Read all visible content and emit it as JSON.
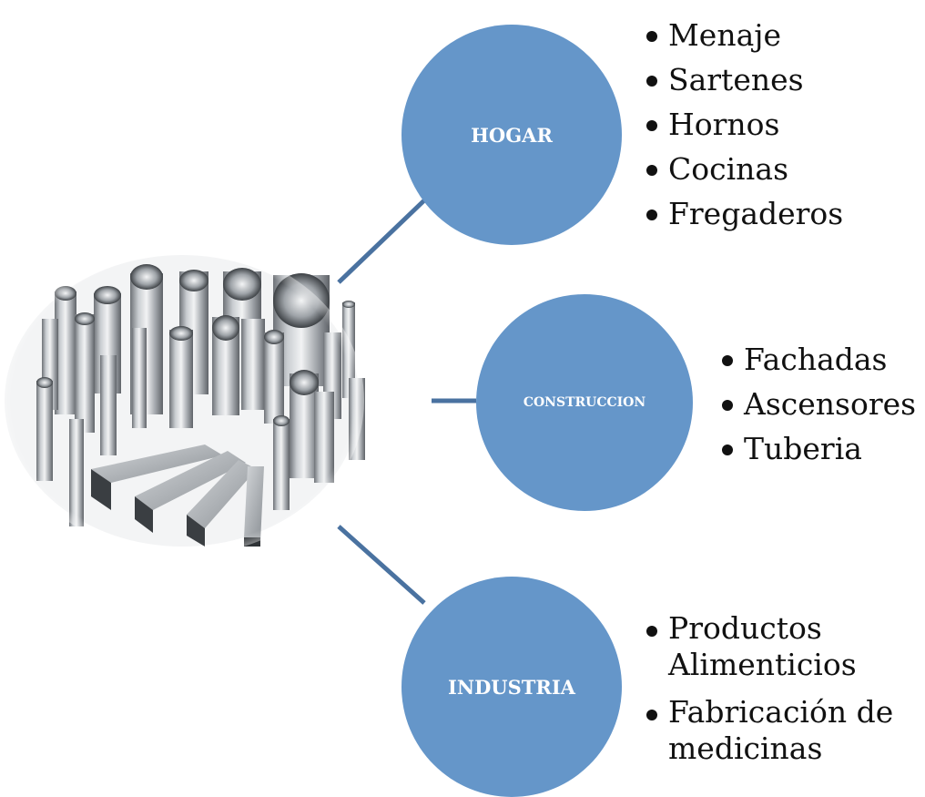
{
  "categories": [
    {
      "id": "hogar",
      "label": "HOGAR",
      "items": [
        "Menaje",
        "Sartenes",
        "Hornos",
        "Cocinas",
        "Fregaderos"
      ]
    },
    {
      "id": "construccion",
      "label": "CONSTRUCCION",
      "items": [
        "Fachadas",
        "Ascensores",
        "Tuberia"
      ]
    },
    {
      "id": "industria",
      "label": "INDUSTRIA",
      "items": [
        "Productos Alimenticios",
        "Fabricación de medicinas"
      ]
    }
  ],
  "colors": {
    "circle_fill": "#6596c9",
    "connector": "#4a72a0",
    "circle_text": "#ffffff",
    "bullet_text": "#111111"
  }
}
